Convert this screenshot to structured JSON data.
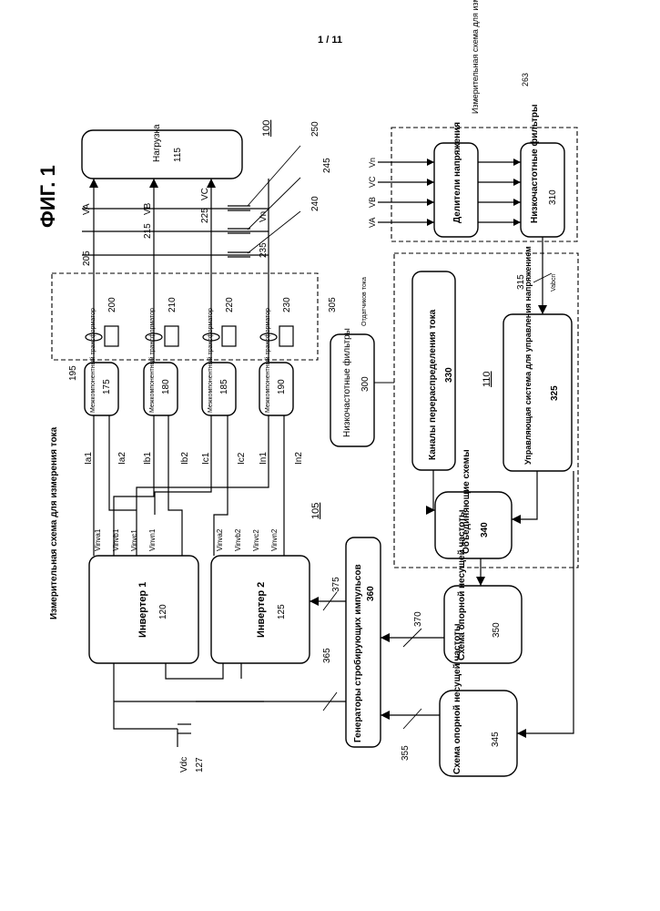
{
  "page_number": "1 / 11",
  "figure_title": "ФИГ. 1",
  "system_ref": "100",
  "current_meas_label": "Измерительная схема для измерения тока",
  "current_meas_ref": "195",
  "voltage_meas_label": "Измерительная схема для измерения напряжения",
  "voltage_meas_ref": "263",
  "load": {
    "label": "Нагрузка",
    "ref": "115"
  },
  "inverter1": {
    "label": "Инвертер 1",
    "ref": "120"
  },
  "inverter2": {
    "label": "Инвертер 2",
    "ref": "125"
  },
  "dc_source": {
    "label": "Vdc",
    "ref": "127"
  },
  "inverter_outputs_1": [
    "Vinva1",
    "Vinvb1",
    "Vinvc1",
    "Vinvn1"
  ],
  "inverter_outputs_2": [
    "Vinva2",
    "Vinvb2",
    "Vinvc2",
    "Vinvn2"
  ],
  "interphase_transformer_label": "Межкомпонентный трансформатор",
  "transformer_refs": [
    "175",
    "180",
    "185",
    "190"
  ],
  "current_sensor_refs": [
    "200",
    "210",
    "220",
    "230"
  ],
  "current_sensor_label": "Отдатчиков тока",
  "current_sensor_group_ref": "305",
  "phase_currents": [
    "Ia1",
    "Ia2",
    "Ib1",
    "Ib2",
    "Ic1",
    "Ic2",
    "In1",
    "In2"
  ],
  "phase_voltages": [
    "VA",
    "VB",
    "VC",
    "Vn"
  ],
  "line_refs": [
    "205",
    "215",
    "225",
    "235"
  ],
  "capacitor_refs": [
    "240",
    "245",
    "250"
  ],
  "lowpass_current": {
    "label": "Низкочастотные фильтры",
    "ref": "300"
  },
  "voltage_dividers": {
    "label": "Делители напряжения"
  },
  "lowpass_voltage": {
    "label": "Низкочастотные фильтры",
    "ref": "310"
  },
  "current_redistribution": {
    "label": "Каналы перераспределения тока",
    "ref": "330"
  },
  "voltage_control": {
    "label": "Управляющая система для управления напряжением",
    "ref": "325"
  },
  "combining": {
    "label": "Объединяющие схемы",
    "ref": "340"
  },
  "controller_ref": "110",
  "controller_bus_ref": "315",
  "vabcn_label": "Vabcn",
  "gate_generators": {
    "label": "Генераторы стробирующих импульсов",
    "ref": "360"
  },
  "carrier_ref_1": {
    "label": "Схема опорной несущей частоты",
    "ref": "350"
  },
  "carrier_ref_2": {
    "label": "Схема опорной несущей частоты",
    "ref": "345"
  },
  "bus_refs": [
    "355",
    "365",
    "370",
    "375"
  ],
  "power_stage_ref": "105"
}
